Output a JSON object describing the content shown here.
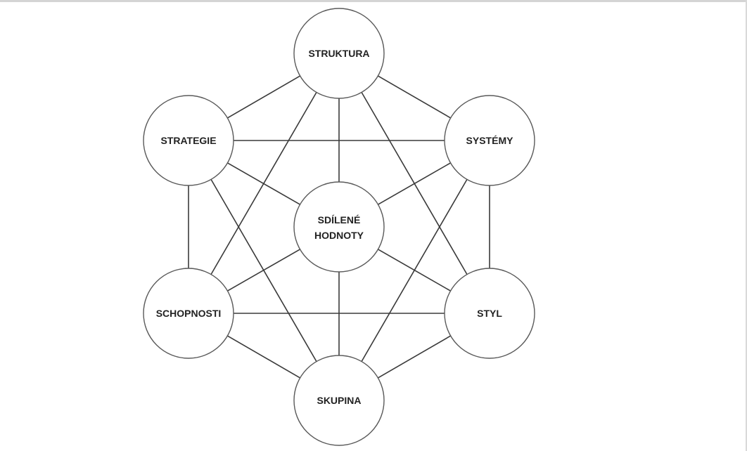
{
  "diagram": {
    "nodes": [
      {
        "id": "struktura",
        "label": "STRUKTURA"
      },
      {
        "id": "strategie",
        "label": "STRATEGIE"
      },
      {
        "id": "systemy",
        "label": "SYSTÉMY"
      },
      {
        "id": "sdilene",
        "label_line1": "SDÍLENÉ",
        "label_line2": "HODNOTY"
      },
      {
        "id": "schopnosti",
        "label": "SCHOPNOSTI"
      },
      {
        "id": "styl",
        "label": "STYL"
      },
      {
        "id": "skupina",
        "label": "SKUPINA"
      }
    ],
    "edges": [
      [
        "struktura",
        "strategie"
      ],
      [
        "struktura",
        "systemy"
      ],
      [
        "struktura",
        "sdilene"
      ],
      [
        "struktura",
        "schopnosti"
      ],
      [
        "struktura",
        "styl"
      ],
      [
        "strategie",
        "systemy"
      ],
      [
        "strategie",
        "sdilene"
      ],
      [
        "strategie",
        "schopnosti"
      ],
      [
        "strategie",
        "skupina"
      ],
      [
        "systemy",
        "sdilene"
      ],
      [
        "systemy",
        "styl"
      ],
      [
        "systemy",
        "skupina"
      ],
      [
        "sdilene",
        "schopnosti"
      ],
      [
        "sdilene",
        "styl"
      ],
      [
        "sdilene",
        "skupina"
      ],
      [
        "schopnosti",
        "styl"
      ],
      [
        "schopnosti",
        "skupina"
      ],
      [
        "styl",
        "skupina"
      ]
    ],
    "colors": {
      "line": "#3a3a3a",
      "circle_stroke": "#5a5a5a",
      "circle_fill": "#ffffff",
      "text": "#222222"
    }
  }
}
